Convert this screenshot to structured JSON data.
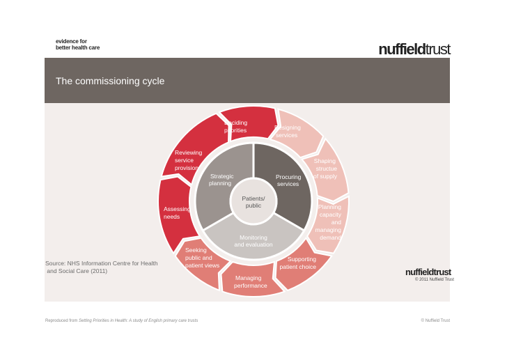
{
  "header": {
    "tagline_line1": "evidence for",
    "tagline_line2": "better health care",
    "logo_bold": "nuffield",
    "logo_light": "trust"
  },
  "title": "The commissioning cycle",
  "diagram": {
    "center_line1": "Patients/",
    "center_line2": "public",
    "inner": {
      "strategic_1": "Strategic",
      "strategic_2": "planning",
      "procuring_1": "Procuring",
      "procuring_2": "services",
      "monitoring_1": "Monitoring",
      "monitoring_2": "and evaluation"
    },
    "outer": {
      "deciding_1": "Deciding",
      "deciding_2": "priorities",
      "designing_1": "Designing",
      "designing_2": "services",
      "shaping_1": "Shaping",
      "shaping_2": "structue",
      "shaping_3": "of supply",
      "planning_1": "Planning",
      "planning_2": "capacity",
      "planning_3": "and",
      "planning_4": "managing",
      "planning_5": "demand",
      "supporting_1": "Supporting",
      "supporting_2": "patient choice",
      "managing_1": "Managing",
      "managing_2": "performance",
      "seeking_1": "Seeking",
      "seeking_2": "public and",
      "seeking_3": "patient views",
      "assessing_1": "Assessing",
      "assessing_2": "needs",
      "reviewing_1": "Reviewing",
      "reviewing_2": "service",
      "reviewing_3": "provision"
    }
  },
  "source_line1": "Source: NHS Information Centre for Health",
  "source_line2": " and Social Care (2011)",
  "small_logo": "nuffieldtrust",
  "small_copyright": "© 2011 Nuffield Trust",
  "footer_prefix": "Reproduced from ",
  "footer_italic": "Setting Priorities in Health: A study of English primary care trusts",
  "footer_right": "© Nuffield Trust",
  "colors": {
    "title_bar": "#6e6661",
    "panel": "#f3eeec",
    "dark_red": "#d4303f",
    "light_pink": "#efc0b8",
    "medium_pink": "#e07e76",
    "inner_gray": "#9b938f",
    "inner_dark": "#6e6661",
    "inner_light": "#c9c4c1",
    "center": "#e8e2df"
  }
}
